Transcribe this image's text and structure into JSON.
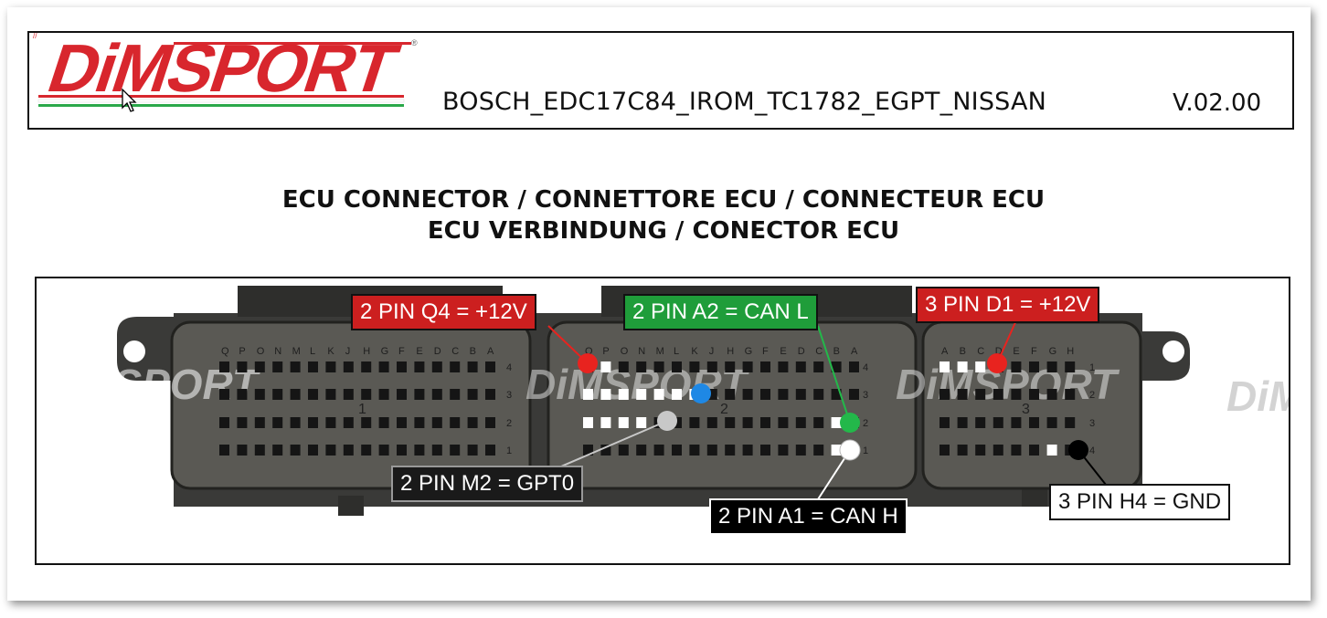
{
  "header": {
    "logo_text": "DiMSPORT",
    "title": "BOSCH_EDC17C84_IROM_TC1782_EGPT_NISSAN",
    "version": "V.02.00"
  },
  "headings": {
    "line1": "ECU CONNECTOR / CONNETTORE ECU / CONNECTEUR ECU",
    "line2": "ECU VERBINDUNG / CONECTOR ECU"
  },
  "connector": {
    "watermark_text": "DiMSPORT",
    "block1": {
      "number": "1",
      "columns": [
        "Q",
        "P",
        "O",
        "N",
        "M",
        "L",
        "K",
        "J",
        "H",
        "G",
        "F",
        "E",
        "D",
        "C",
        "B",
        "A"
      ],
      "rows": [
        "4",
        "3",
        "2",
        "1"
      ]
    },
    "block2": {
      "number": "2",
      "columns": [
        "Q",
        "P",
        "O",
        "N",
        "M",
        "L",
        "K",
        "J",
        "H",
        "G",
        "F",
        "E",
        "D",
        "C",
        "B",
        "A"
      ],
      "rows": [
        "4",
        "3",
        "2",
        "1"
      ]
    },
    "block3": {
      "number": "3",
      "columns": [
        "A",
        "B",
        "C",
        "D",
        "E",
        "F",
        "G",
        "H"
      ],
      "rows": [
        "1",
        "2",
        "3",
        "4"
      ]
    }
  },
  "pins": [
    {
      "label": "2 PIN Q4 = +12V",
      "color": "#e8231f"
    },
    {
      "label": "2 PIN A2 = CAN L",
      "color": "#23b84a"
    },
    {
      "label": "3 PIN D1 = +12V",
      "color": "#e8231f"
    },
    {
      "label": "2 PIN M2 = GPT0",
      "color": "#c8c8c8"
    },
    {
      "label": "2 PIN A1 = CAN H",
      "color": "#ffffff"
    },
    {
      "label": "3 PIN H4 = GND",
      "color": "#000000"
    }
  ],
  "marker_extra": {
    "color": "#1e88e5"
  },
  "colors": {
    "brand_red": "#d8262d",
    "connector_body": "#3a3a38"
  }
}
